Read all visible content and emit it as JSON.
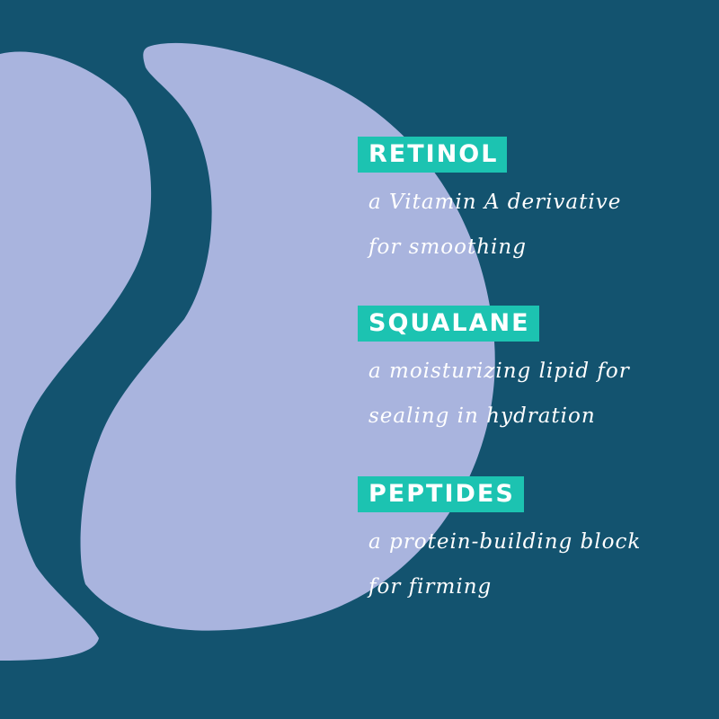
{
  "colors": {
    "background": "#13536f",
    "patch": "#a9b4de",
    "tag_background": "#1cc3b1",
    "text": "#ffffff"
  },
  "ingredients": [
    {
      "name": "RETINOL",
      "description_lines": [
        "a Vitamin A derivative",
        "for smoothing"
      ]
    },
    {
      "name": "SQUALANE",
      "description_lines": [
        "a moisturizing lipid for",
        "sealing in hydration"
      ]
    },
    {
      "name": "PEPTIDES",
      "description_lines": [
        "a protein-building block",
        "for firming"
      ]
    }
  ]
}
